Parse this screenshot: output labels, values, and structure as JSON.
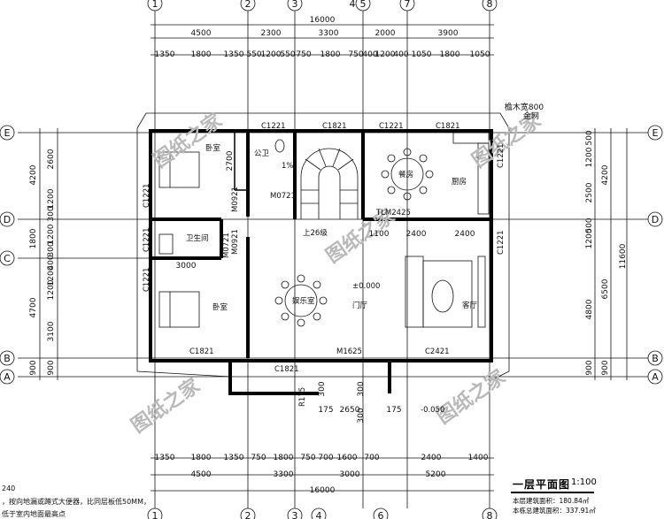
{
  "drawing": {
    "title": "一层平面图",
    "scale": "1:100",
    "area_floor": "本层建筑面积：180.84㎡",
    "area_total": "本栋总建筑面积：337.91㎡",
    "note_num": "240",
    "note_line1": "，按向地漏或蹲式大便器，比同层板低50MM，",
    "note_line2": "低于室内地面最高点"
  },
  "axes": {
    "top": [
      "1",
      "2",
      "3",
      "5",
      "7",
      "8"
    ],
    "top_extra": "4",
    "bottom": [
      "1",
      "2",
      "3",
      "4",
      "6",
      "8"
    ],
    "left": [
      "E",
      "D",
      "C",
      "B",
      "A"
    ],
    "right": [
      "E",
      "D",
      "B",
      "A"
    ]
  },
  "dims": {
    "top_total": "16000",
    "top_row1": [
      "4500",
      "2300",
      "3300",
      "2000",
      "3900"
    ],
    "top_row2": [
      "1350",
      "1800",
      "1350",
      "550",
      "1200",
      "550",
      "750",
      "1800",
      "750",
      "400",
      "1200",
      "400",
      "1050",
      "1800",
      "1050"
    ],
    "bottom_row1": [
      "1350",
      "1800",
      "1350",
      "750",
      "1800",
      "750",
      "700",
      "1600",
      "700",
      "2400",
      "1400"
    ],
    "bottom_row2": [
      "4500",
      "3300",
      "3000",
      "5200"
    ],
    "bottom_total": "16000",
    "left_outer": [
      "4200",
      "1800",
      "4700",
      "900"
    ],
    "left_inner": [
      "2600",
      "1200",
      "300",
      "1200",
      "300",
      "1200",
      "400",
      "1200",
      "3100",
      "900"
    ],
    "right_inner": [
      "500",
      "1200",
      "2500",
      "1200",
      "500",
      "4800",
      "900"
    ],
    "right_outer": [
      "4200",
      "6500",
      "900"
    ],
    "right_total": "11600",
    "interior": [
      "2700",
      "3000",
      "1100",
      "2400",
      "2400"
    ],
    "stair": [
      "2650",
      "175",
      "175",
      "300",
      "300",
      "300"
    ],
    "eave": "檐木宽800",
    "eave2": "金网"
  },
  "rooms": {
    "bedroom1": "卧室",
    "bedroom2": "卧室",
    "public_wc": "公卫",
    "bathroom": "卫生间",
    "dining": "餐房",
    "kitchen": "厨房",
    "living": "客厅",
    "hall": "门厅",
    "entertainment": "娱乐室",
    "level": "±0.000",
    "outdoor_level": "-0.050",
    "stair_note": "上26级",
    "slope": "1%"
  },
  "openings": {
    "c1221": "C1221",
    "c1821": "C1821",
    "c2421": "C2421",
    "m0721": "M0721",
    "m0921": "M0921",
    "m1625": "M1625",
    "tlm2425": "TLM2425",
    "r": "R175"
  },
  "watermark": "图纸之家",
  "colors": {
    "line": "#111111",
    "wall": "#000000",
    "watermark": "#b9b9b9"
  }
}
